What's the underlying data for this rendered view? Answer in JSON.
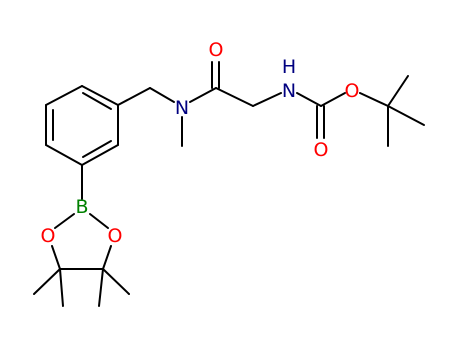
{
  "colors": {
    "bond": "#000000",
    "carbon": "#000000",
    "nitrogen": "#000080",
    "oxygen": "#ff0000",
    "boron": "#008000"
  },
  "atom_labels": {
    "amide_oxygen": "O",
    "amide_nitrogen": "N",
    "nh_nitrogen": "N",
    "nh_hydrogen": "H",
    "ester_oxygen": "O",
    "carbonyl_oxygen": "O",
    "boron": "B",
    "ring_oxygen_left": "O",
    "ring_oxygen_right": "O"
  }
}
